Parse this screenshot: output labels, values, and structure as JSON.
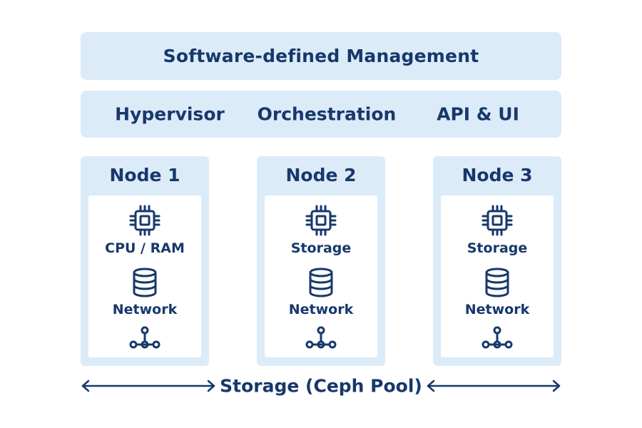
{
  "management": {
    "title": "Software-defined Management"
  },
  "services": {
    "items": [
      "Hypervisor",
      "Orchestration",
      "API & UI"
    ]
  },
  "nodes": [
    {
      "title": "Node 1",
      "icons": [
        "cpu-chip-icon",
        "database-icon",
        "network-icon"
      ],
      "labels": [
        "CPU / RAM",
        "Network"
      ]
    },
    {
      "title": "Node 2",
      "icons": [
        "cpu-chip-icon",
        "database-icon",
        "network-icon"
      ],
      "labels": [
        "Storage",
        "Network"
      ]
    },
    {
      "title": "Node 3",
      "icons": [
        "cpu-chip-icon",
        "database-icon",
        "network-icon"
      ],
      "labels": [
        "Storage",
        "Network"
      ]
    }
  ],
  "storage_pool": {
    "label": "Storage (Ceph Pool)"
  },
  "colors": {
    "panel": "#dcebf8",
    "text": "#17386b",
    "inner": "#ffffff"
  }
}
